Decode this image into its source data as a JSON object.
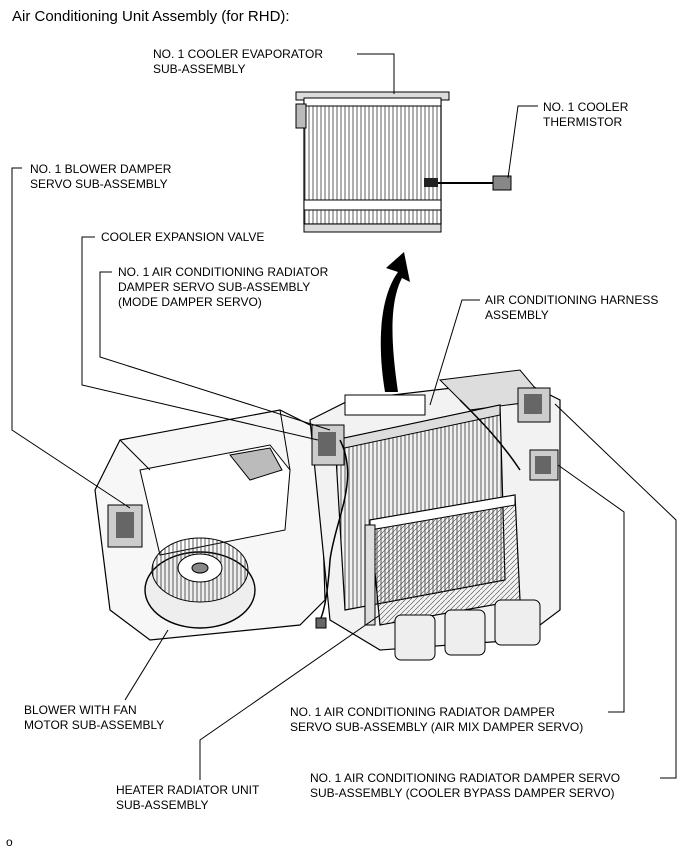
{
  "title": "Air Conditioning Unit Assembly (for RHD):",
  "labels": {
    "evaporator": [
      "NO. 1 COOLER EVAPORATOR",
      "SUB-ASSEMBLY"
    ],
    "thermistor": [
      "NO. 1 COOLER",
      "THERMISTOR"
    ],
    "blower_damper_servo": [
      "NO. 1 BLOWER DAMPER",
      "SERVO SUB-ASSEMBLY"
    ],
    "expansion_valve": [
      "COOLER EXPANSION VALVE"
    ],
    "mode_damper_servo": [
      "NO. 1 AIR CONDITIONING RADIATOR",
      "DAMPER SERVO SUB-ASSEMBLY",
      "(MODE DAMPER SERVO)"
    ],
    "harness": [
      "AIR CONDITIONING HARNESS",
      "ASSEMBLY"
    ],
    "blower_motor": [
      "BLOWER WITH FAN",
      "MOTOR SUB-ASSEMBLY"
    ],
    "air_mix_servo": [
      "NO. 1 AIR CONDITIONING RADIATOR DAMPER",
      "SERVO SUB-ASSEMBLY (AIR MIX DAMPER SERVO)"
    ],
    "heater_radiator": [
      "HEATER RADIATOR UNIT",
      "SUB-ASSEMBLY"
    ],
    "cooler_bypass_servo": [
      "NO. 1 AIR CONDITIONING RADIATOR DAMPER SERVO",
      "SUB-ASSEMBLY (COOLER BYPASS DAMPER SERVO)"
    ]
  },
  "footer": "o"
}
